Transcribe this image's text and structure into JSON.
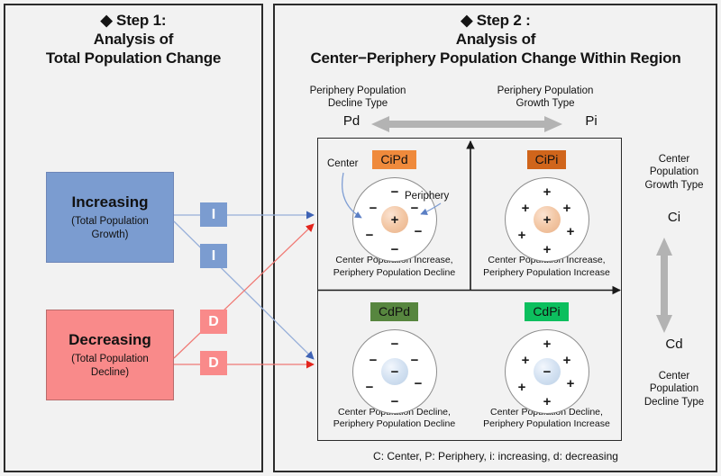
{
  "step1": {
    "heading_line1": "◆ Step 1:",
    "heading_line2": "Analysis of",
    "heading_line3": "Total Population Change",
    "boxes": [
      {
        "key": "increasing",
        "title": "Increasing",
        "subtitle_line1": "(Total Population",
        "subtitle_line2": "Growth)",
        "color": "#7b9cd0"
      },
      {
        "key": "decreasing",
        "title": "Decreasing",
        "subtitle_line1": "(Total Population",
        "subtitle_line2": "Decline)",
        "color": "#f98a8a"
      }
    ],
    "tags": [
      {
        "key": "i1",
        "label": "I",
        "color": "#7b9cd0"
      },
      {
        "key": "i2",
        "label": "I",
        "color": "#7b9cd0"
      },
      {
        "key": "d1",
        "label": "D",
        "color": "#f98a8a"
      },
      {
        "key": "d2",
        "label": "D",
        "color": "#f98a8a"
      }
    ]
  },
  "step2": {
    "heading_line1": "◆ Step 2 :",
    "heading_line2": "Analysis of",
    "heading_line3": "Center−Periphery Population Change Within Region",
    "horizontal_axis": {
      "left_caption_line1": "Periphery Population",
      "left_caption_line2": "Decline Type",
      "left_letter": "Pd",
      "right_caption_line1": "Periphery Population",
      "right_caption_line2": "Growth Type",
      "right_letter": "Pi",
      "arrow_color": "#b3b3b3"
    },
    "vertical_axis": {
      "top_caption_line1": "Center",
      "top_caption_line2": "Population",
      "top_caption_line3": "Growth Type",
      "top_letter": "Ci",
      "bottom_letter": "Cd",
      "bottom_caption_line1": "Center",
      "bottom_caption_line2": "Population",
      "bottom_caption_line3": "Decline Type",
      "arrow_color": "#b3b3b3"
    },
    "quadrants": [
      {
        "key": "cipd",
        "label": "CiPd",
        "label_color": "#ef8a3c",
        "core_sign": "+",
        "core_color": "peach",
        "periphery_signs": [
          "−",
          "−",
          "−",
          "−",
          "−",
          "−"
        ],
        "caption_line1": "Center  Population Increase,",
        "caption_line2": "Periphery Population Decline",
        "annotation_center": "Center",
        "annotation_periphery": "Periphery"
      },
      {
        "key": "cipi",
        "label": "CiPi",
        "label_color": "#d0651b",
        "core_sign": "+",
        "core_color": "peach",
        "periphery_signs": [
          "+",
          "+",
          "+",
          "+",
          "+",
          "+"
        ],
        "caption_line1": "Center  Population Increase,",
        "caption_line2": "Periphery Population Increase"
      },
      {
        "key": "cdpd",
        "label": "CdPd",
        "label_color": "#57863f",
        "core_sign": "−",
        "core_color": "blue",
        "periphery_signs": [
          "−",
          "−",
          "−",
          "−",
          "−",
          "−"
        ],
        "caption_line1": "Center  Population Decline,",
        "caption_line2": "Periphery Population Decline"
      },
      {
        "key": "cdpi",
        "label": "CdPi",
        "label_color": "#0cbf5e",
        "core_sign": "−",
        "core_color": "blue",
        "periphery_signs": [
          "+",
          "+",
          "+",
          "+",
          "+",
          "+"
        ],
        "caption_line1": "Center  Population Decline,",
        "caption_line2": "Periphery Population Increase"
      }
    ]
  },
  "footnote": "C: Center, P: Periphery, i: increasing, d: decreasing",
  "colors": {
    "increasing_blue": "#7b9cd0",
    "decreasing_red": "#f98a8a",
    "connector_blue": "#5b7fc4",
    "connector_red": "#e8403a",
    "panel_border": "#2b2b2b",
    "background": "#f2f2f2"
  }
}
